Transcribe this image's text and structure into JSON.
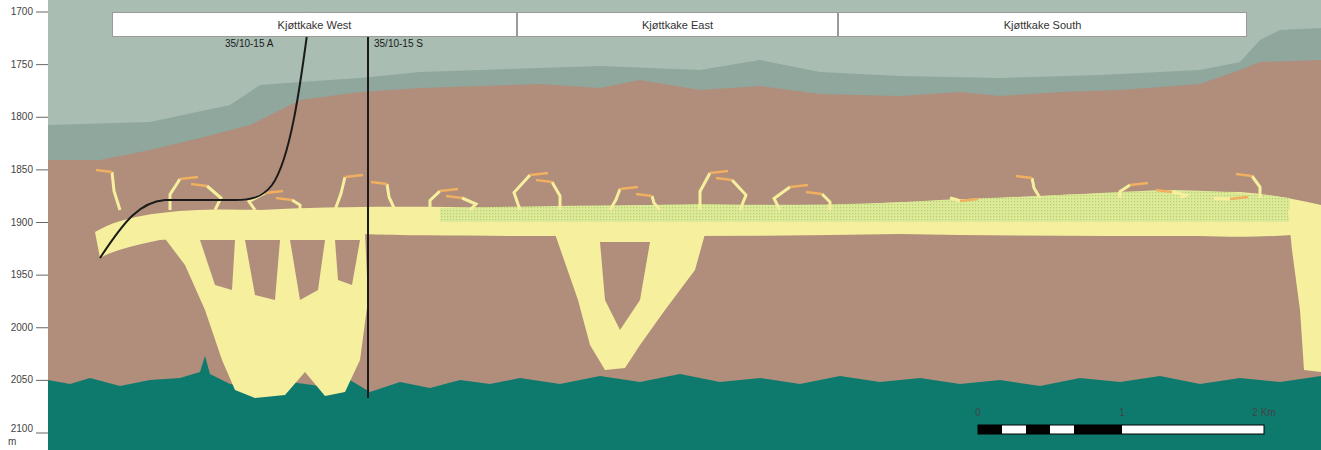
{
  "diagram": {
    "nodes": [
      {
        "text": [
          "Kjøttkake West"
        ]
      },
      {
        "text": [
          "Kjøttkake East"
        ]
      },
      {
        "text": [
          "Kjøttkake South"
        ]
      }
    ],
    "labels": [
      "35/10-15 A",
      "35/10-15 S",
      "1700",
      "1750",
      "1800",
      "1850",
      "1900",
      "1950",
      "2000",
      "2050",
      "2100",
      "m",
      "0",
      "1",
      "2 Km"
    ]
  }
}
